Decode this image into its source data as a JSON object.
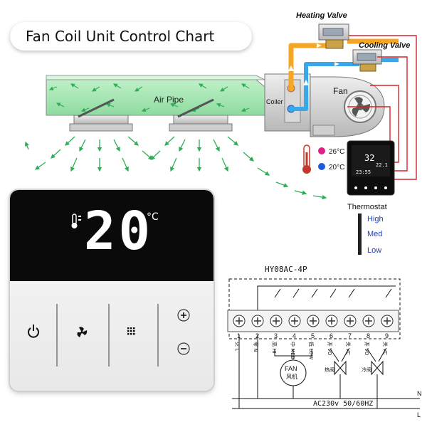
{
  "title": "Fan Coil Unit Control Chart",
  "labels": {
    "heating_valve": "Heating Valve",
    "cooling_valve": "Cooling Valve",
    "air_pipe": "Air Pipe",
    "coiler": "Coiler",
    "fan": "Fan",
    "temp_high": "26°C",
    "temp_low": "20°C",
    "thermostat": "Thermostat",
    "speed_high": "High",
    "speed_med": "Med",
    "speed_low": "Low"
  },
  "device": {
    "temperature": "20",
    "unit": "°C"
  },
  "thermostat_mini": {
    "set_temp": "32",
    "room_temp": "22.1",
    "time": "23:55"
  },
  "wiring": {
    "model": "HY08AC-4P",
    "terminals": [
      "1",
      "2",
      "3",
      "4",
      "5",
      "6",
      "7",
      "8",
      "9"
    ],
    "terminal_labels": [
      "火 L",
      "零 N",
      "高 HI",
      "中 MED",
      "低 LOW",
      "开 VO",
      "关 VC",
      "开 VO",
      "关 VC"
    ],
    "fan_label": "FAN",
    "fan_label_cn": "风机",
    "heat_valve_cn": "热阀",
    "cool_valve_cn": "冷阀",
    "power": "AC230v  50/60HZ",
    "line_n": "N",
    "line_l": "L"
  },
  "colors": {
    "hot_pipe": "#f5a623",
    "cold_pipe": "#3aa7e8",
    "air_arrow": "#2fae57",
    "wire_red": "#d8232a",
    "hot_dot": "#e0208a",
    "cold_dot": "#1e5bd8"
  },
  "icons": [
    "power-icon",
    "fan-icon",
    "grid-icon",
    "plus-icon",
    "minus-icon",
    "thermometer-icon"
  ]
}
